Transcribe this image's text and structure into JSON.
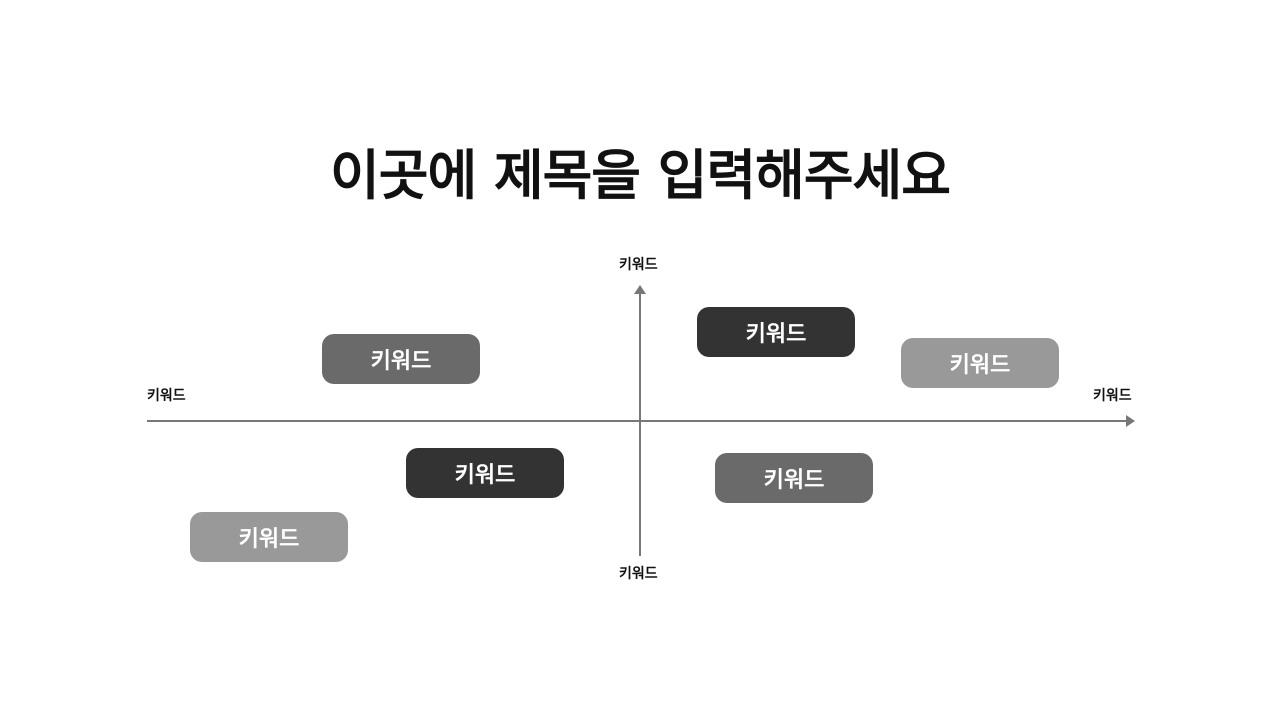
{
  "title": "이곳에 제목을 입력해주세요",
  "axes": {
    "top": "키워드",
    "bottom": "키워드",
    "left": "키워드",
    "right": "키워드",
    "color": "#777777"
  },
  "chips": [
    {
      "label": "키워드",
      "color": "#6a6a6a"
    },
    {
      "label": "키워드",
      "color": "#333333"
    },
    {
      "label": "키워드",
      "color": "#999999"
    },
    {
      "label": "키워드",
      "color": "#333333"
    },
    {
      "label": "키워드",
      "color": "#6a6a6a"
    },
    {
      "label": "키워드",
      "color": "#999999"
    }
  ]
}
